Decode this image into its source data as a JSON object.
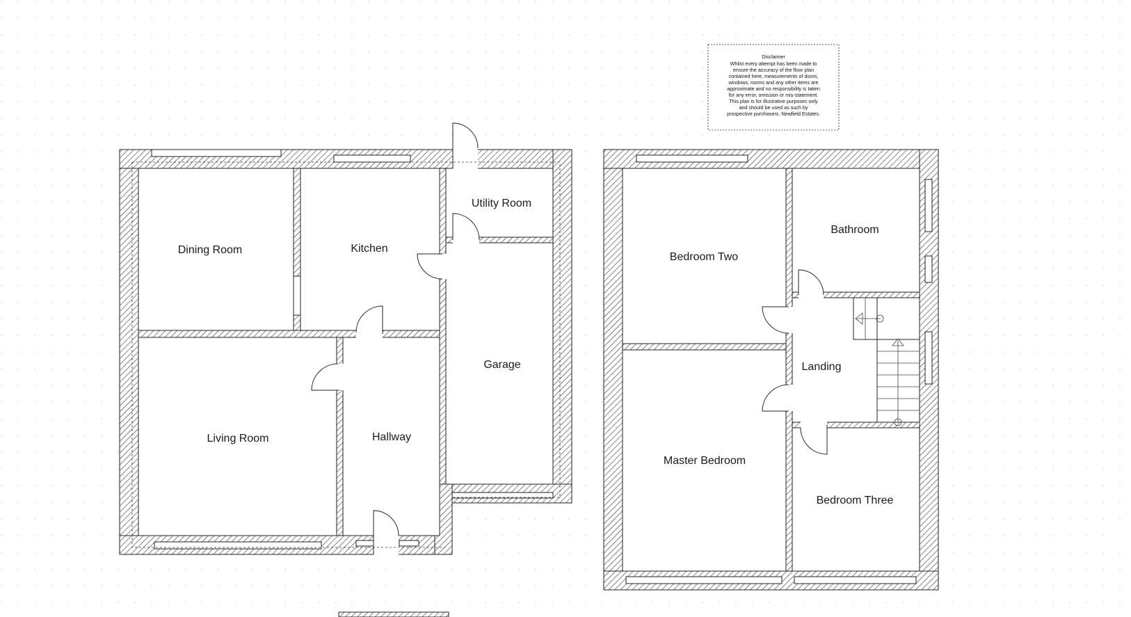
{
  "rooms": {
    "dining_room": "Dining Room",
    "kitchen": "Kitchen",
    "utility_room": "Utility Room",
    "garage": "Garage",
    "living_room": "Living Room",
    "hallway": "Hallway",
    "bedroom_two": "Bedroom Two",
    "bathroom": "Bathroom",
    "landing": "Landing",
    "master_bedroom": "Master Bedroom",
    "bedroom_three": "Bedroom Three"
  },
  "disclaimer": {
    "title": "Disclaimer",
    "lines": [
      "Whilst every attempt has been made to",
      "ensure the accuracy of the floor plan",
      "contained here, measurements of doors,",
      "windows, rooms and any other items are",
      "approximate and no responsibility is taken",
      "for any error, omission or mis-statement.",
      "This plan is for illustrative purposes only",
      "and should be used as such by",
      "prospective purchasers. Newfield Estates."
    ]
  }
}
